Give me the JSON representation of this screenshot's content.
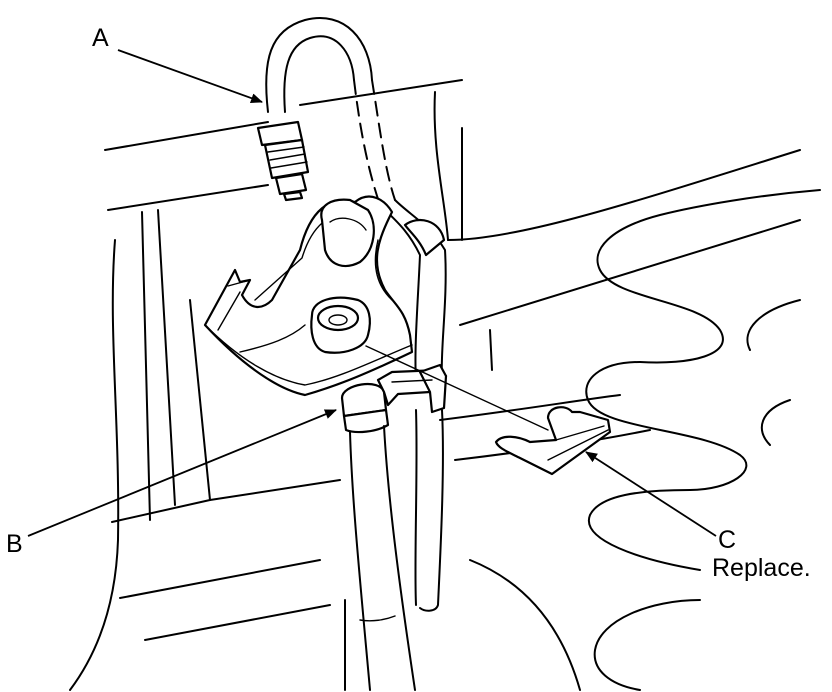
{
  "callouts": {
    "a": {
      "letter": "A"
    },
    "b": {
      "letter": "B"
    },
    "c": {
      "letter": "C",
      "note": "Replace."
    }
  }
}
